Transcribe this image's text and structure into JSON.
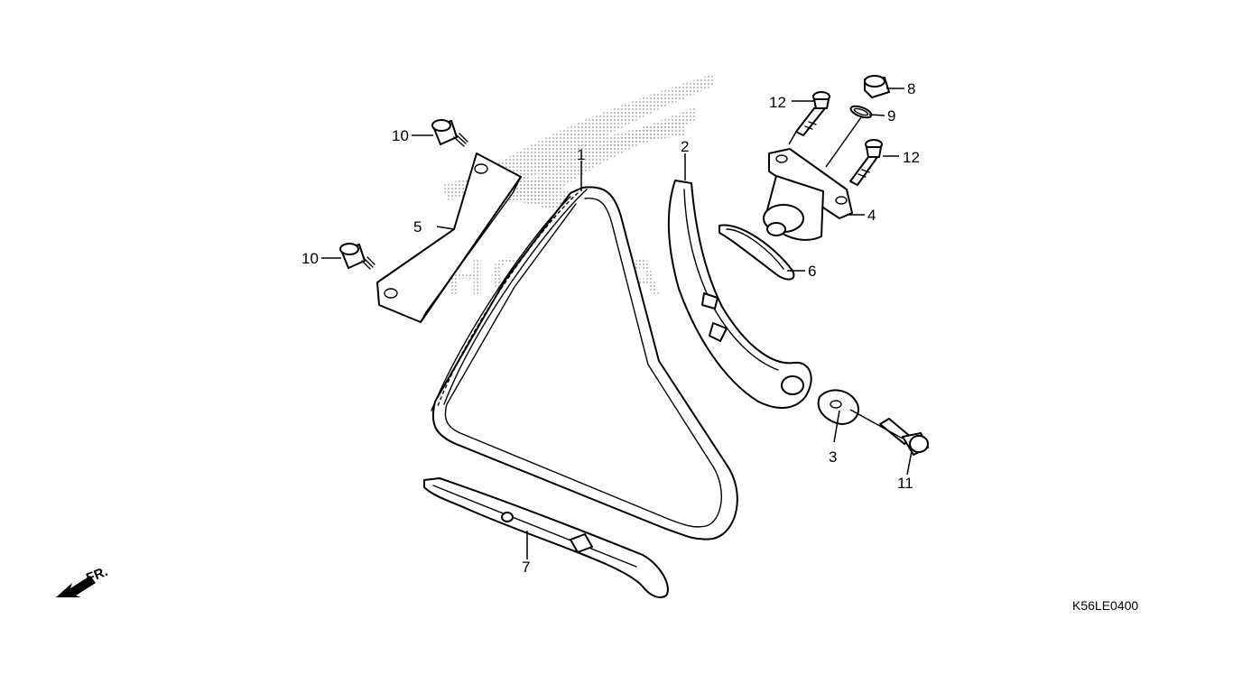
{
  "diagram": {
    "drawing_code": "K56LE0400",
    "front_label": "FR.",
    "watermark": "HONDA",
    "callouts": [
      {
        "id": "c1",
        "label": "1"
      },
      {
        "id": "c2",
        "label": "2"
      },
      {
        "id": "c3",
        "label": "3"
      },
      {
        "id": "c4",
        "label": "4"
      },
      {
        "id": "c5",
        "label": "5"
      },
      {
        "id": "c6",
        "label": "6"
      },
      {
        "id": "c7",
        "label": "7"
      },
      {
        "id": "c8",
        "label": "8"
      },
      {
        "id": "c9",
        "label": "9"
      },
      {
        "id": "c10a",
        "label": "10"
      },
      {
        "id": "c10b",
        "label": "10"
      },
      {
        "id": "c11",
        "label": "11"
      },
      {
        "id": "c12a",
        "label": "12"
      },
      {
        "id": "c12b",
        "label": "12"
      }
    ],
    "colors": {
      "line": "#000000",
      "background": "#ffffff",
      "watermark": "#b8b8b8"
    }
  }
}
